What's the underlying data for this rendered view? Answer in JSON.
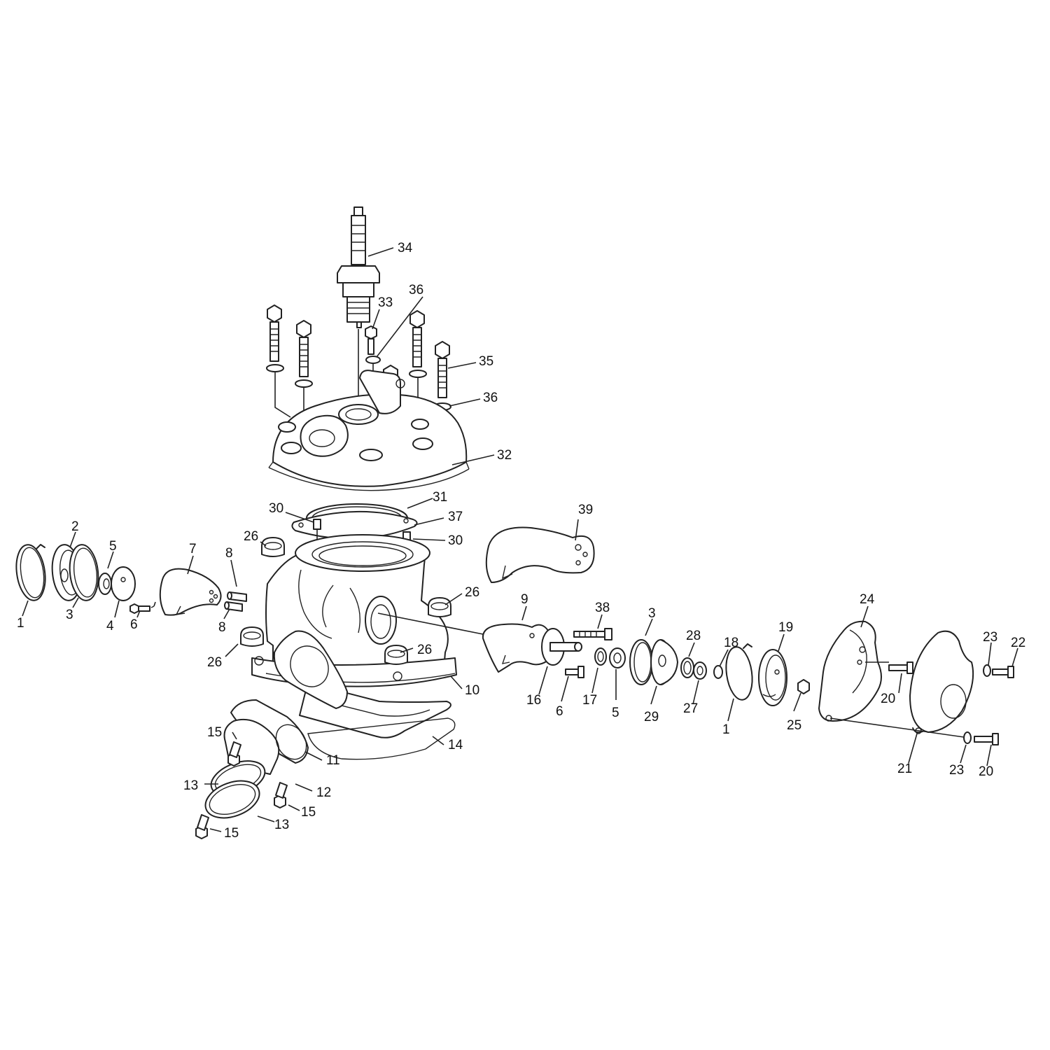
{
  "diagram": {
    "labels": {
      "l1a": "1",
      "l2": "2",
      "l3a": "3",
      "l4": "4",
      "l5a": "5",
      "l6a": "6",
      "l7": "7",
      "l8a": "8",
      "l8b": "8",
      "l26a": "26",
      "l26b": "26",
      "l26c": "26",
      "l26d": "26",
      "l30a": "30",
      "l30b": "30",
      "l31": "31",
      "l37": "37",
      "l39": "39",
      "l34": "34",
      "l33": "33",
      "l36a": "36",
      "l35": "35",
      "l36b": "36",
      "l32": "32",
      "l10": "10",
      "l14": "14",
      "l11": "11",
      "l12": "12",
      "l15a": "15",
      "l15b": "15",
      "l15c": "15",
      "l13a": "13",
      "l13b": "13",
      "l9": "9",
      "l38": "38",
      "l16": "16",
      "l6b": "6",
      "l17": "17",
      "l5b": "5",
      "l3b": "3",
      "l29": "29",
      "l28": "28",
      "l27": "27",
      "l18": "18",
      "l1b": "1",
      "l19": "19",
      "l25": "25",
      "l24": "24",
      "l20a": "20",
      "l21": "21",
      "l23a": "23",
      "l22": "22",
      "l23b": "23",
      "l20b": "20"
    }
  }
}
